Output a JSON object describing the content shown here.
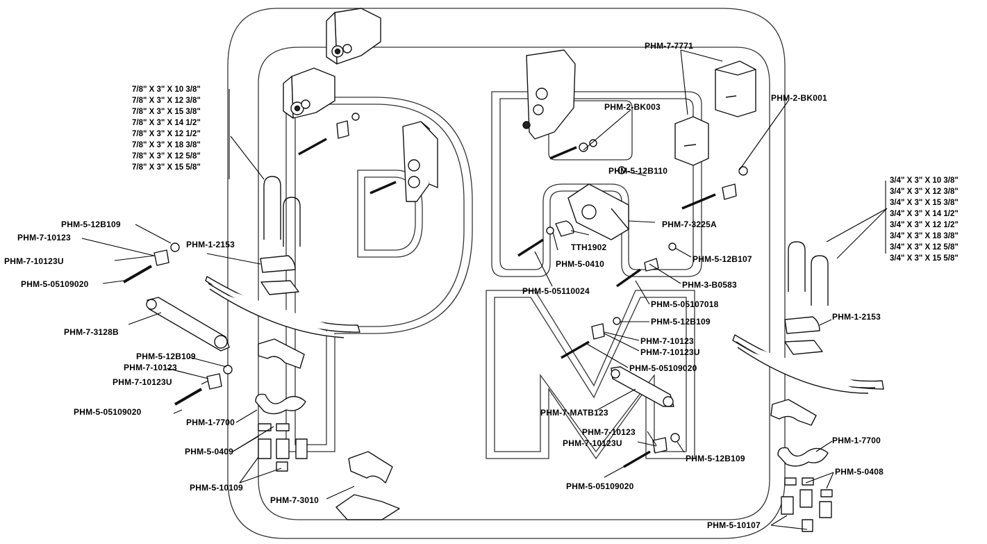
{
  "left_sizes": [
    "7/8\" X 3\" X 10 3/8\"",
    "7/8\" X 3\" X 12 3/8\"",
    "7/8\" X 3\" X 15 3/8\"",
    "7/8\" X 3\" X 14 1/2\"",
    "7/8\" X 3\" X 12 1/2\"",
    "7/8\" X 3\" X 18 3/8\"",
    "7/8\" X 3\" X 12 5/8\"",
    "7/8\" X 3\" X 15 5/8\""
  ],
  "right_sizes": [
    "3/4\" X 3\" X 10 3/8\"",
    "3/4\" X 3\" X 12 3/8\"",
    "3/4\" X 3\" X 15 3/8\"",
    "3/4\" X 3\" X 14 1/2\"",
    "3/4\" X 3\" X 12 1/2\"",
    "3/4\" X 3\" X 18 3/8\"",
    "3/4\" X 3\" X 12 5/8\"",
    "3/4\" X 3\" X 15 5/8\""
  ],
  "labels": {
    "l_nut_top": "PHM-5-12B109",
    "l_bushing_top": "PHM-7-10123",
    "l_bushing_u_top": "PHM-7-10123U",
    "l_bolt_top": "PHM-5-05109020",
    "l_ubolt_plate": "PHM-1-2153",
    "l_equalizer": "PHM-7-3128B",
    "l_nut_mid": "PHM-5-12B109",
    "l_bushing_mid": "PHM-7-10123",
    "l_bushing_u_mid": "PHM-7-10123U",
    "l_bolt_mid": "PHM-5-05109020",
    "l_clamp": "PHM-1-7700",
    "l_washer": "PHM-5-0409",
    "l_nut_low": "PHM-5-10109",
    "l_seat": "PHM-7-3010",
    "c_hanger_top": "PHM-7-7771",
    "c_bracket_3": "PHM-2-BK003",
    "c_bracket_1": "PHM-2-BK001",
    "c_nut_110": "PHM-5-12B110",
    "c_hanger_3225": "PHM-7-3225A",
    "c_tth": "TTH1902",
    "c_washer_410": "PHM-5-0410",
    "c_nut_107": "PHM-5-12B107",
    "c_bolt_24": "PHM-5-05110024",
    "c_sleeve": "PHM-3-B0583",
    "c_bolt_18": "PHM-5-05107018",
    "c_nut_109a": "PHM-5-12B109",
    "c_bush_a": "PHM-7-10123",
    "c_bush_u_a": "PHM-7-10123U",
    "c_bolt_20a": "PHM-5-05109020",
    "c_matb": "PHM-7-MATB123",
    "c_bush_b": "PHM-7-10123",
    "c_bush_u_b": "PHM-7-10123U",
    "c_nut_109b": "PHM-5-12B109",
    "c_bolt_20b": "PHM-5-05109020",
    "r_ubolt_plate": "PHM-1-2153",
    "r_clamp": "PHM-1-7700",
    "r_washer": "PHM-5-0408",
    "r_nut": "PHM-5-10107"
  }
}
